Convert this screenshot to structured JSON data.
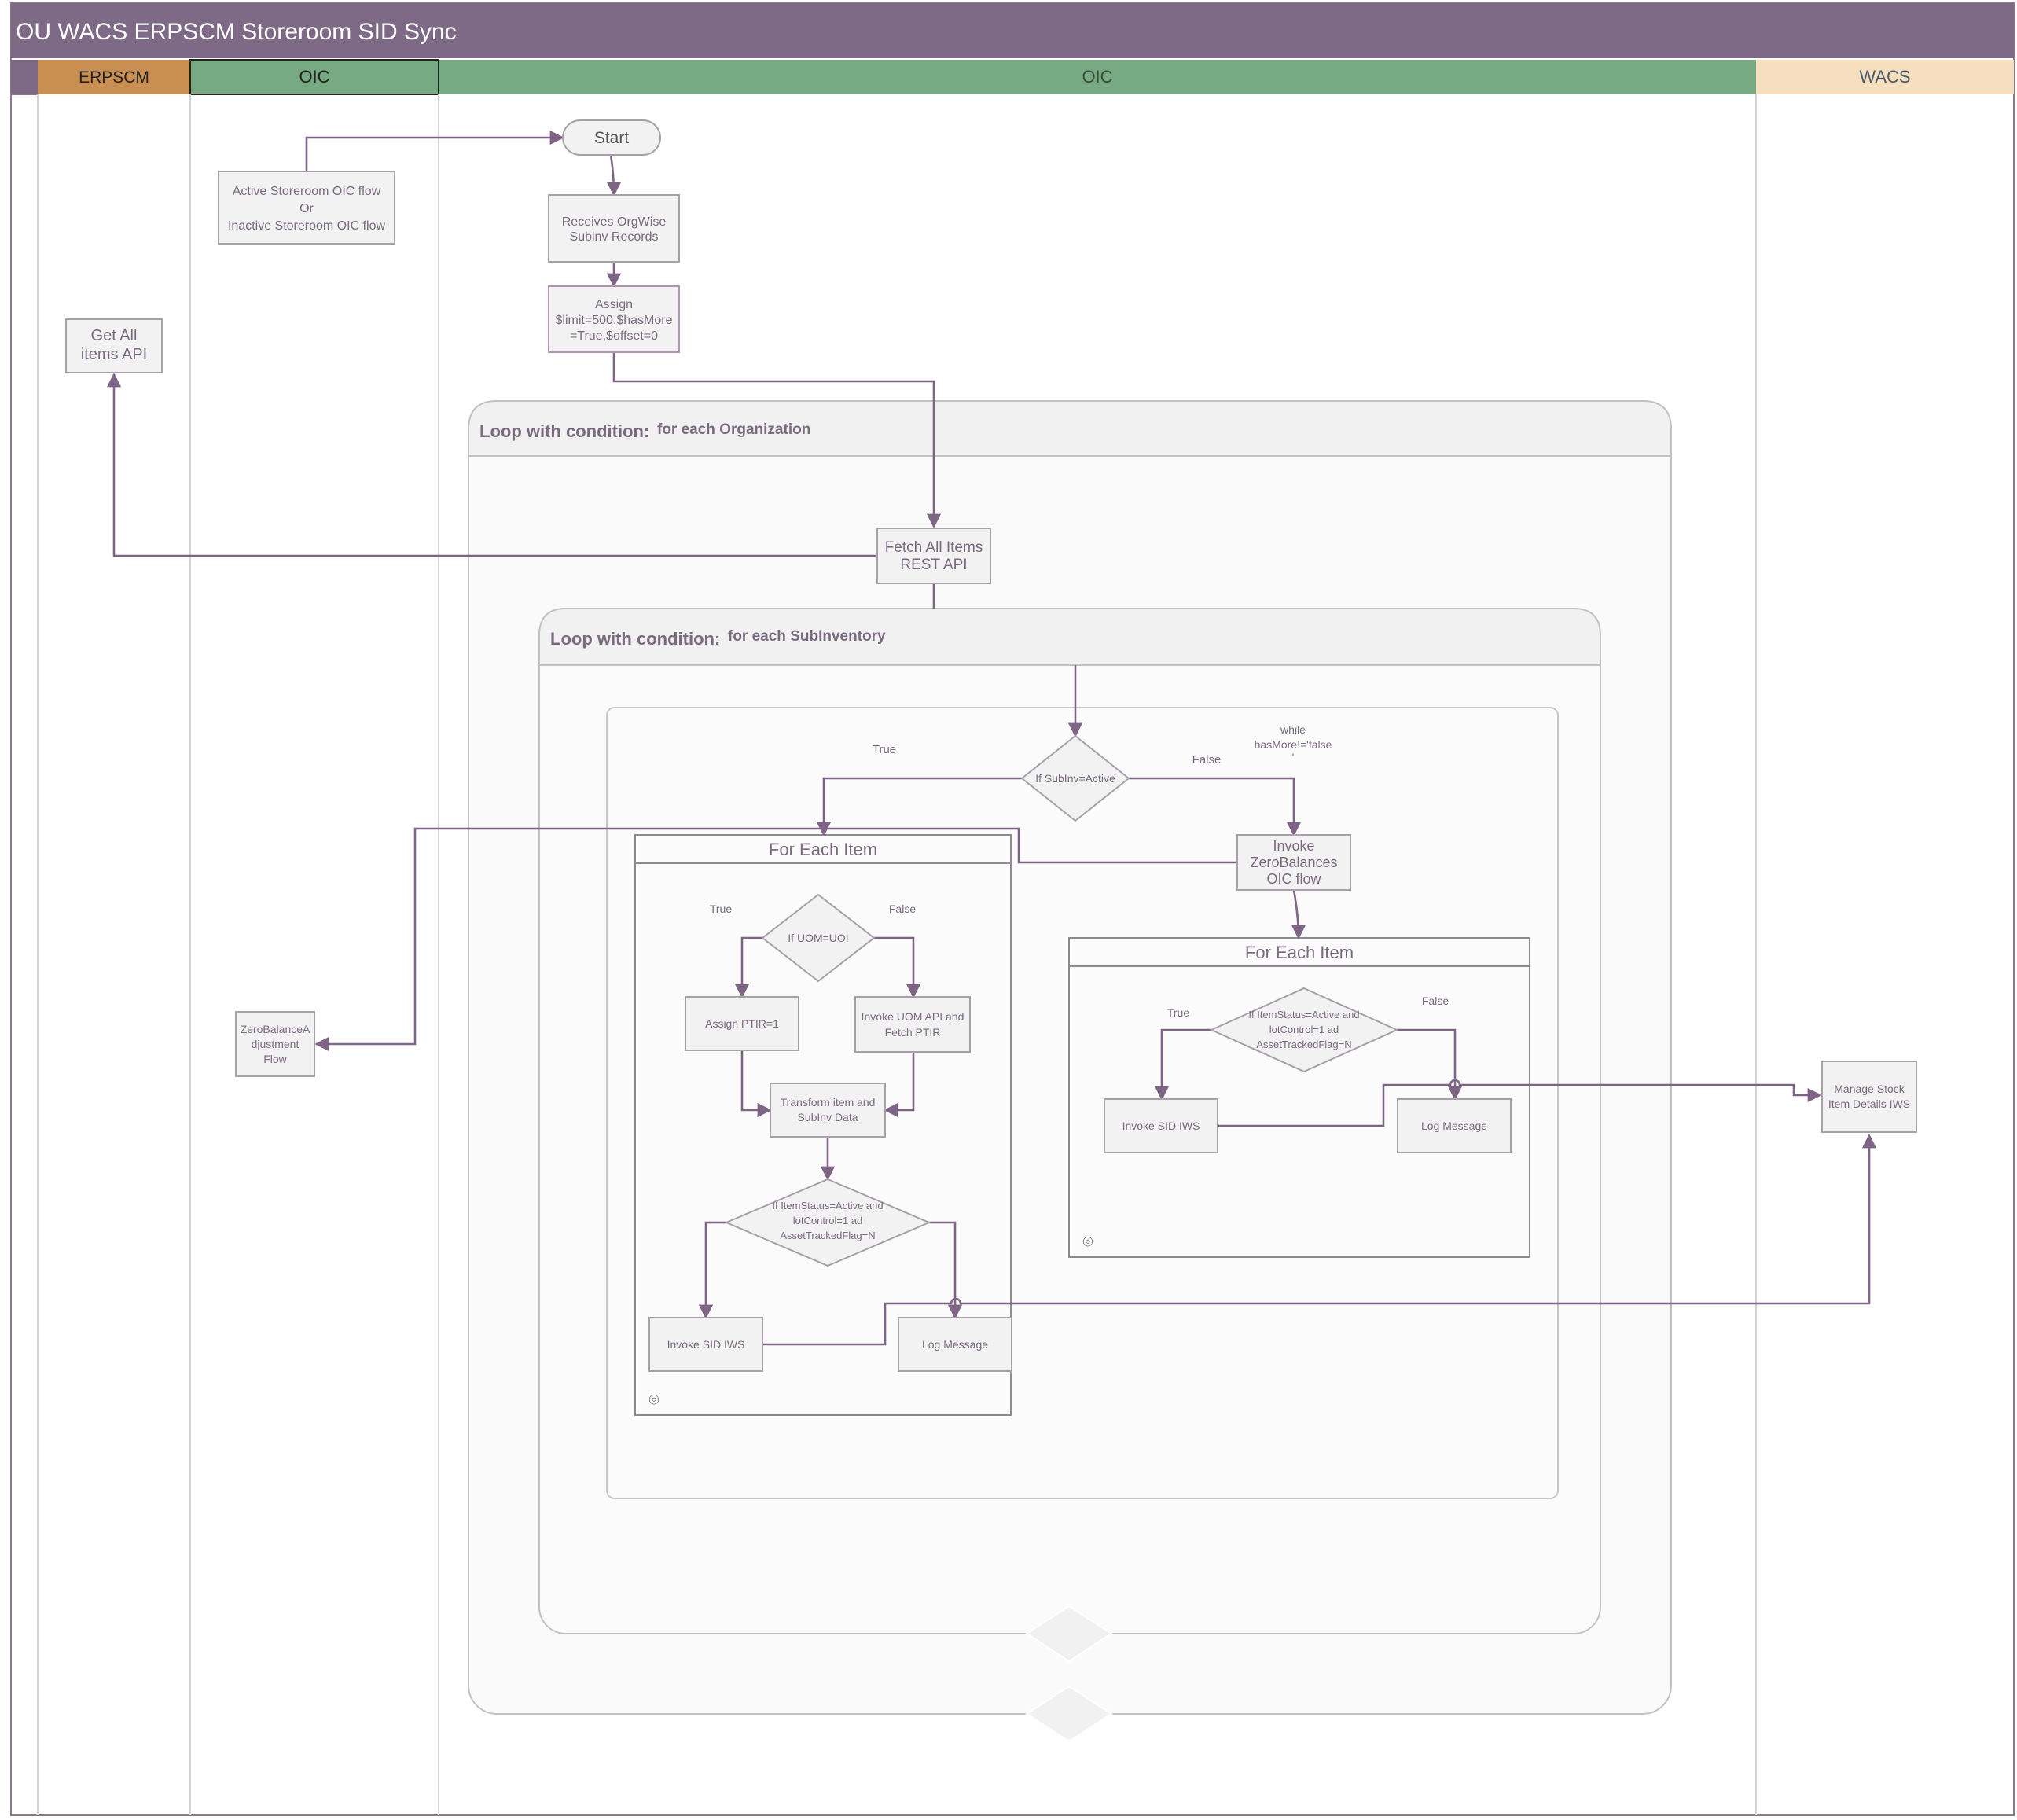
{
  "title": "OU WACS ERPSCM Storeroom SID Sync",
  "colors": {
    "title_bar": "#7e6a86",
    "lane_erpscm": "#c98f52",
    "lane_oic": "#77a983",
    "lane_wacs": "#f5dfbf",
    "edge": "#7e6585",
    "text": "#7a6a7f"
  },
  "lanes": [
    "ERPSCM",
    "OIC",
    "OIC",
    "WACS"
  ],
  "nodes": {
    "start": "Start",
    "trigger": [
      "Active Storeroom OIC flow",
      "Or",
      "Inactive Storeroom OIC flow"
    ],
    "receives": [
      "Receives OrgWise",
      "Subinv Records"
    ],
    "assign": [
      "Assign",
      "$limit=500,$hasMore",
      "=True,$offset=0"
    ],
    "get_all_items": [
      "Get All",
      "items API"
    ],
    "fetch_all": [
      "Fetch All Items",
      "REST API"
    ],
    "zero_balance_flow": [
      "ZeroBalanceA",
      "djustment",
      "Flow"
    ],
    "if_subinv": "If SubInv=Active",
    "invoke_zero": [
      "Invoke",
      "ZeroBalances",
      "OIC flow"
    ],
    "if_uom": "If UOM=UOI",
    "assign_ptir": "Assign PTIR=1",
    "invoke_uom": [
      "Invoke UOM API and",
      "Fetch PTIR"
    ],
    "transform": [
      "Transform item and",
      "SubInv Data"
    ],
    "if_status_left": [
      "If ItemStatus=Active and",
      "lotControl=1 ad",
      "AssetTrackedFlag=N"
    ],
    "invoke_sid_left": "Invoke SID IWS",
    "log_left": "Log Message",
    "if_status_right": [
      "If ItemStatus=Active and",
      "lotControl=1 ad",
      "AssetTrackedFlag=N"
    ],
    "invoke_sid_right": "Invoke SID IWS",
    "log_right": "Log Message",
    "manage_stock": [
      "Manage Stock",
      "Item Details IWS"
    ]
  },
  "containers": {
    "loop_org_label": "Loop with condition:",
    "loop_org_cond": "for each Organization",
    "loop_sub_label": "Loop with condition:",
    "loop_sub_cond": "for each SubInventory",
    "for_each_left": "For Each Item",
    "for_each_right": "For Each Item"
  },
  "edge_labels": {
    "subinv_true": "True",
    "subinv_false": "False",
    "while_note": [
      "while",
      "hasMore!='false",
      "'"
    ],
    "uom_true": "True",
    "uom_false": "False",
    "status_right_true": "True",
    "status_right_false": "False"
  }
}
